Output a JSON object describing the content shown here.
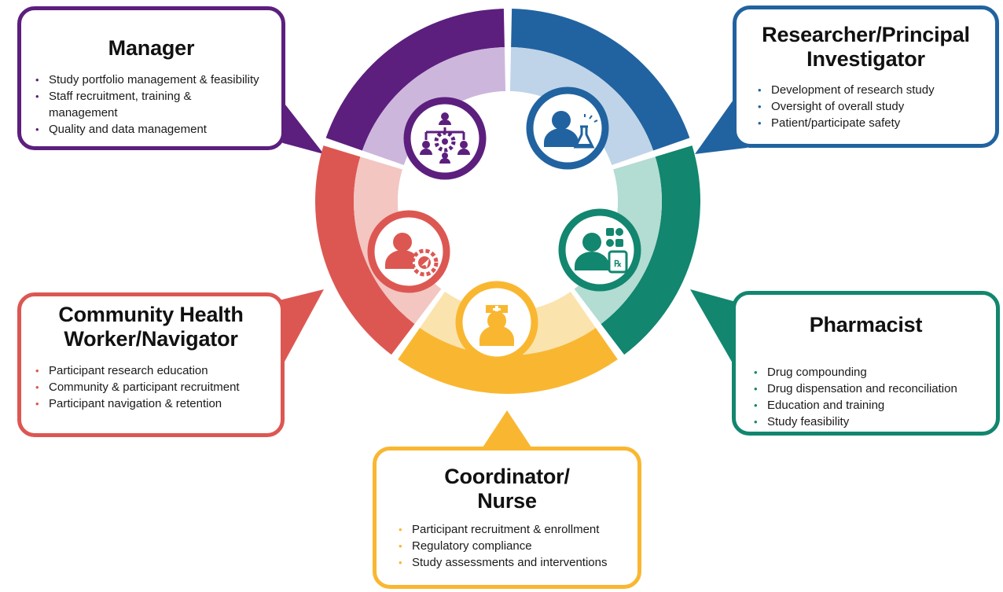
{
  "colors": {
    "manager": "#5c1f7e",
    "manager_light": "#cdb6dc",
    "researcher": "#2163a0",
    "researcher_light": "#bfd4e8",
    "pharmacist": "#12866e",
    "pharmacist_light": "#b3dcd3",
    "coordinator": "#f9b731",
    "coordinator_light": "#fbe3ad",
    "chw": "#dd5752",
    "chw_light": "#f3c6c2"
  },
  "roles": {
    "manager": {
      "title": "Manager",
      "icon": "org-chart-gear-icon",
      "items": [
        "Study portfolio management & feasibility",
        "Staff recruitment, training &",
        "management",
        "Quality and data management"
      ]
    },
    "researcher": {
      "title_line1": "Researcher/Principal",
      "title_line2": "Investigator",
      "icon": "person-flask-icon",
      "items": [
        "Development of research study",
        "Oversight of overall study",
        "Patient/participate safety"
      ]
    },
    "chw": {
      "title_line1": "Community Health",
      "title_line2": "Worker/Navigator",
      "icon": "person-navigation-gear-icon",
      "items": [
        "Participant research education",
        "Community & participant recruitment",
        "Participant navigation & retention"
      ]
    },
    "pharmacist": {
      "title": "Pharmacist",
      "icon": "person-pills-icon",
      "items": [
        "Drug compounding",
        "Drug dispensation and reconciliation",
        "Education and training",
        "Study feasibility"
      ]
    },
    "coordinator": {
      "title_line1": "Coordinator/",
      "title_line2": "Nurse",
      "icon": "nurse-icon",
      "items": [
        "Participant recruitment & enrollment",
        "Regulatory compliance",
        "Study assessments and interventions"
      ]
    }
  }
}
